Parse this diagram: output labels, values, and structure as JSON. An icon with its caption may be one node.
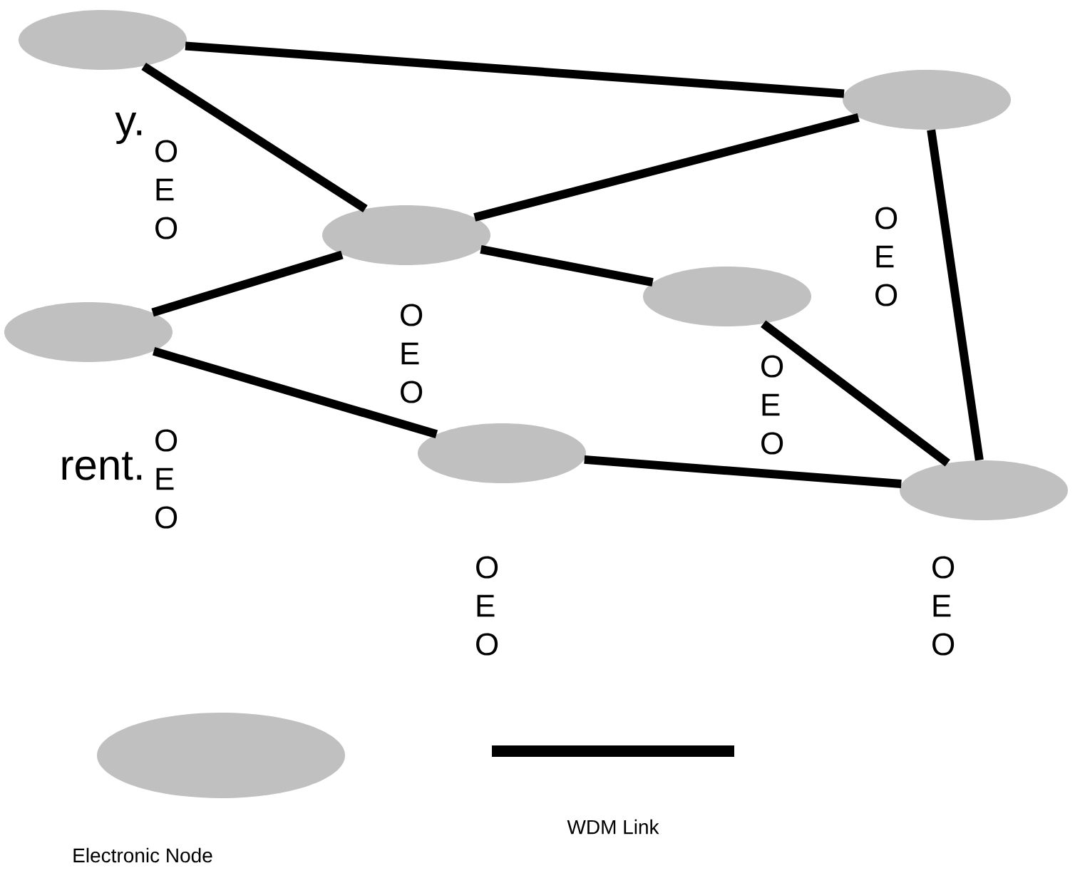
{
  "diagram": {
    "nodes": [
      {
        "text": [],
        "shape": "ellipse",
        "beside": [
          "O E O"
        ]
      },
      {
        "text": [],
        "shape": "ellipse",
        "beside": [
          "O E O"
        ]
      },
      {
        "text": [],
        "shape": "ellipse",
        "beside": [
          "O E O"
        ]
      },
      {
        "text": [],
        "shape": "ellipse",
        "beside": [
          "O E O"
        ]
      },
      {
        "text": [],
        "shape": "ellipse",
        "beside": [
          "O E O"
        ]
      },
      {
        "text": [],
        "shape": "ellipse",
        "beside": [
          "O E O"
        ]
      },
      {
        "text": [],
        "shape": "ellipse",
        "beside": [
          "O E O"
        ]
      }
    ],
    "edges": [
      {
        "from": 0,
        "to": 1,
        "arrow": "none"
      },
      {
        "from": 0,
        "to": 2,
        "arrow": "none"
      },
      {
        "from": 2,
        "to": 1,
        "arrow": "none"
      },
      {
        "from": 3,
        "to": 2,
        "arrow": "none"
      },
      {
        "from": 3,
        "to": 5,
        "arrow": "none"
      },
      {
        "from": 2,
        "to": 4,
        "arrow": "none"
      },
      {
        "from": 4,
        "to": 6,
        "arrow": "none"
      },
      {
        "from": 5,
        "to": 6,
        "arrow": "none"
      },
      {
        "from": 1,
        "to": 6,
        "arrow": "none"
      }
    ],
    "labels": [
      "y.",
      "rent."
    ],
    "legend": [
      {
        "text": "Electronic Node"
      },
      {
        "text": "WDM Link"
      }
    ]
  }
}
